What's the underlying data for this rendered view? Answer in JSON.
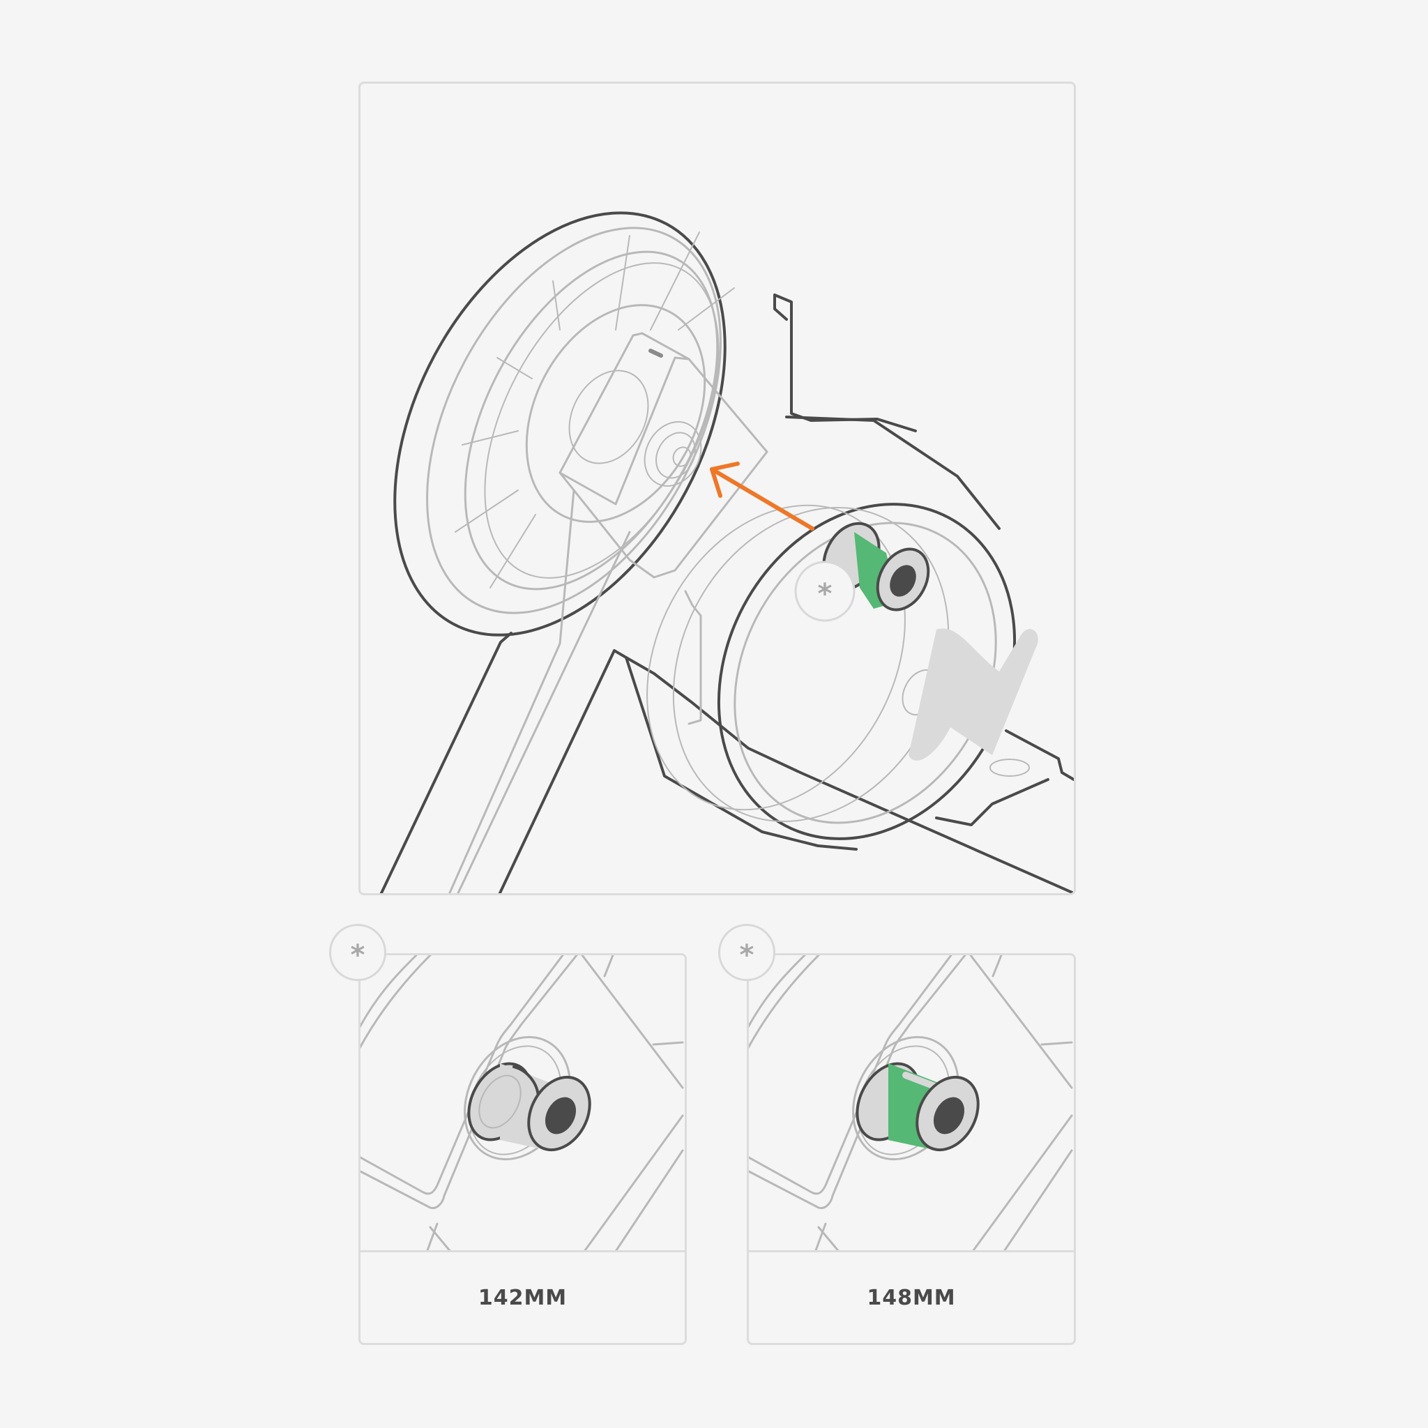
{
  "colors": {
    "background": "#f5f5f5",
    "panel_border": "#dcdcdc",
    "outline_dark": "#4a4a4a",
    "outline_light": "#b8b8b8",
    "arrow": "#ee7728",
    "adapter_green": "#55b874",
    "adapter_grey": "#d8d8d8",
    "hole": "#4a4a4a"
  },
  "icons": {
    "callout_badge": "asterisk-icon",
    "direction": "arrow-icon"
  },
  "callout_glyph": "*",
  "options": [
    {
      "label": "142MM",
      "adapter": "grey"
    },
    {
      "label": "148MM",
      "adapter": "green"
    }
  ]
}
